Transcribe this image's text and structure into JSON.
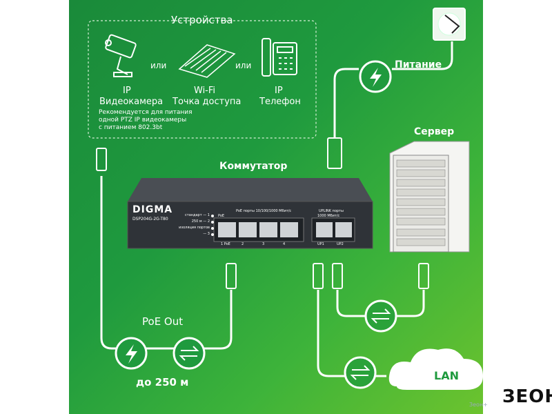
{
  "devices": {
    "title": "Устройства",
    "or_label": "или",
    "camera": {
      "line1": "IP",
      "line2": "Видеокамера"
    },
    "wifi": {
      "line1": "Wi-Fi",
      "line2": "Точка доступа"
    },
    "phone": {
      "line1": "IP",
      "line2": "Телефон"
    },
    "note": [
      "Рекомендуется для питания",
      "одной PTZ IP видеокамеры",
      "с питанием 802.3bt"
    ]
  },
  "power_label": "Питание",
  "server_label": "Сервер",
  "switch": {
    "title": "Коммутатор",
    "brand": "DIGMA",
    "model": "DSP204G-2G-T80",
    "leds": [
      "стандарт — 1",
      "250 м — 2",
      "изоляция портов — 3"
    ],
    "poe_ports_label": "PoE порты 10/100/1000 Мбит/с",
    "uplink_label": "UPLINK порты",
    "uplink_speed": "1000 Мбит/с",
    "poe_tag": "PoE",
    "port_numbers": [
      "1 PoE",
      "2",
      "3",
      "4",
      "UP1",
      "UP2"
    ]
  },
  "poe_out_label": "PoE Out",
  "distance_label": "до 250 м",
  "lan_label": "LAN",
  "watermark": "ЗЕОН",
  "watermark_sub": "Зеон+",
  "colors": {
    "accent_green": "#1f9a3e",
    "lime": "#6cc32e",
    "cable": "#ffffff"
  },
  "icons": [
    "camera-icon",
    "wifi-ap-icon",
    "ip-phone-icon",
    "power-outlet-icon",
    "lightning-icon",
    "server-rack-icon",
    "rj45-connector-icon",
    "transfer-arrows-icon",
    "cloud-icon"
  ]
}
